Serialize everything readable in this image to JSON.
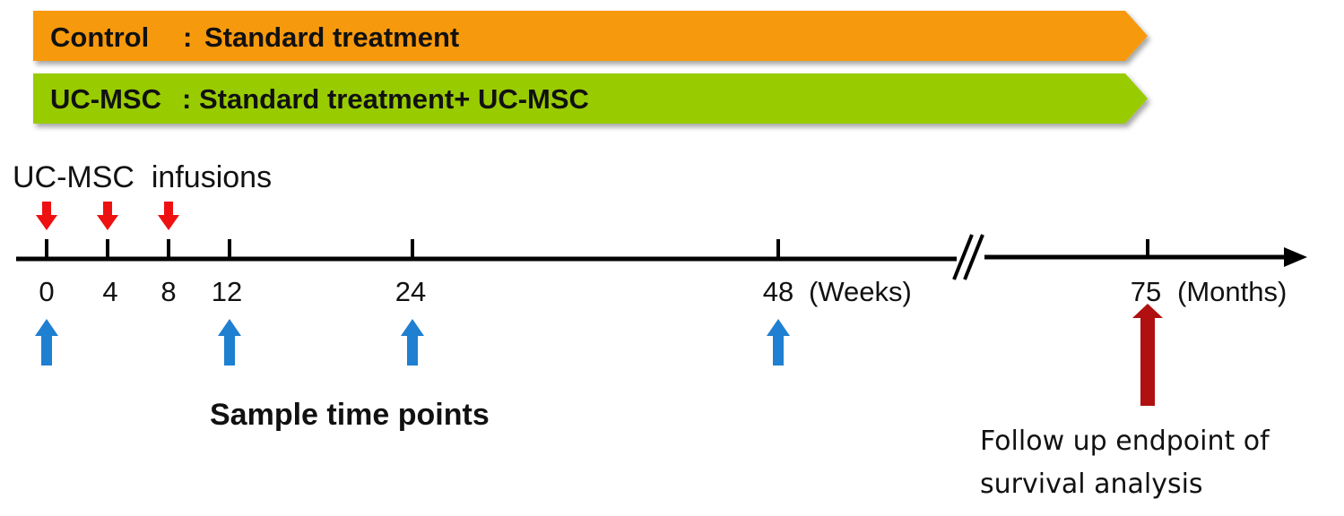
{
  "colors": {
    "control_bar": "#f7990f",
    "ucmsc_bar": "#99cc00",
    "infusion_arrow": "#ee1111",
    "sample_arrow": "#1f7fd0",
    "endpoint_arrow": "#b01010",
    "axis": "#000000"
  },
  "arms": [
    {
      "group": "Control",
      "separator": ":",
      "treatment": "Standard treatment"
    },
    {
      "group": "UC-MSC",
      "separator": ":",
      "treatment": "Standard treatment+ UC-MSC"
    }
  ],
  "infusions": {
    "label": "UC-MSC  infusions",
    "weeks": [
      0,
      4,
      8
    ],
    "icon": "red-down-arrow-icon"
  },
  "timeline": {
    "ticks": [
      "0",
      "4",
      "8",
      "12",
      "24",
      "48",
      "75"
    ],
    "weeks_unit": "(Weeks)",
    "months_unit": "(Months)",
    "axis_break_icon": "double-slash-break-icon"
  },
  "samples": {
    "label": "Sample time points",
    "weeks": [
      0,
      12,
      24,
      48
    ],
    "icon": "blue-up-arrow-icon"
  },
  "endpoint": {
    "label_line1": "Follow up endpoint of",
    "label_line2": "survival analysis",
    "month": 75,
    "icon": "dark-red-up-arrow-icon"
  }
}
